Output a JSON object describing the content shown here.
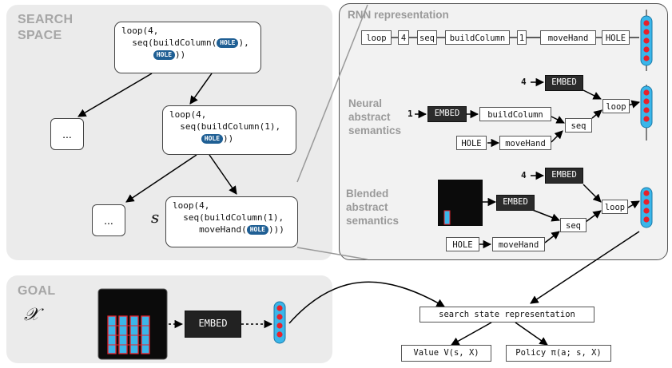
{
  "search": {
    "title_line1": "SEARCH",
    "title_line2": "SPACE",
    "root": {
      "line1": "loop(4,",
      "line2a": "  seq(buildColumn(",
      "line2b": "),",
      "line3_indent": "      ",
      "line3b": "))",
      "hole": "HOLE"
    },
    "mid": {
      "line1": "loop(4,",
      "line2": "  seq(buildColumn(1),",
      "line3_indent": "      ",
      "line3b": "))",
      "hole": "HOLE"
    },
    "leaf": {
      "line1": "loop(4,",
      "line2": "  seq(buildColumn(1),",
      "line3a": "     moveHand(",
      "line3b": ")))",
      "hole": "HOLE"
    },
    "ellipsis": "...",
    "s_label": "s"
  },
  "goal": {
    "title": "GOAL",
    "x_label": "𝒳",
    "embed": "EMBED"
  },
  "rnn": {
    "title": "RNN representation",
    "tokens": [
      "loop",
      "4",
      "seq",
      "buildColumn",
      "1",
      "moveHand",
      "HOLE"
    ]
  },
  "neural": {
    "title_line1": "Neural",
    "title_line2": "abstract",
    "title_line3": "semantics",
    "in4": "4",
    "in1": "1",
    "embed": "EMBED",
    "build": "buildColumn",
    "seq": "seq",
    "loop": "loop",
    "hole": "HOLE",
    "move": "moveHand"
  },
  "blended": {
    "title_line1": "Blended",
    "title_line2": "abstract",
    "title_line3": "semantics",
    "in4": "4",
    "embed": "EMBED",
    "seq": "seq",
    "loop": "loop",
    "hole": "HOLE",
    "move": "moveHand"
  },
  "bottom": {
    "state": "search state representation",
    "value": "Value V(s, X)",
    "policy": "Policy π(a; s, X)"
  },
  "colors": {
    "panel": "#ebebeb",
    "hole": "#1f5f94",
    "vector": "#3ab6ea",
    "dot": "#e8212a",
    "embed": "#2b2b2b"
  }
}
